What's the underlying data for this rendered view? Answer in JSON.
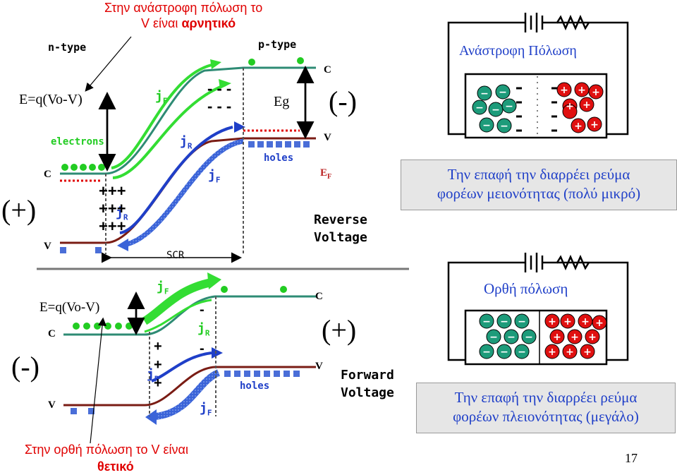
{
  "top_note": {
    "line1": "Στην ανάστροφη πόλωση το",
    "line2_prefix": "V είναι ",
    "line2_bold": "αρνητικό"
  },
  "bottom_note": {
    "line1": "Στην ορθή πόλωση το V είναι",
    "line2": "θετικό"
  },
  "reverse": {
    "n_type": "n-type",
    "p_type": "p-type",
    "eq": "E=q(Vo-V)",
    "eg": "Eg",
    "minus_sign": "(-)",
    "plus_sign": "(+)",
    "electrons": "electrons",
    "holes": "holes",
    "c": "C",
    "v": "V",
    "ef": "E",
    "ef_sub": "F",
    "scr": "SCR",
    "voltage1": "Reverse",
    "voltage2": "Voltage",
    "jf": "j",
    "jf_sub": "F",
    "jr": "j",
    "jr_sub": "R",
    "dashes_top": "- - -"
  },
  "forward": {
    "eq": "E=q(Vo-V)",
    "minus_sign": "(-)",
    "plus_sign": "(+)",
    "holes": "holes",
    "c": "C",
    "v": "V",
    "voltage1": "Forward",
    "voltage2": "Voltage",
    "jf": "j",
    "jf_sub": "F",
    "jr": "j",
    "jr_sub": "R"
  },
  "right_top": {
    "title": "Ανάστροφη Πόλωση",
    "caption1": "Την επαφή την διαρρέει ρεύμα",
    "caption2": "φορέων μειονότητας (πολύ μικρό)"
  },
  "right_bottom": {
    "title": "Ορθή πόλωση",
    "caption1": "Την επαφή την διαρρέει ρεύμα",
    "caption2": "φορέων πλειονότητας (μεγάλο)"
  },
  "page_number": "17",
  "colors": {
    "green": "#22cc22",
    "blue": "#1f3fc8",
    "teal": "#2e8b74",
    "maroon": "#7a1c14",
    "red": "#e00000",
    "hole_blue": "#2f6bd6"
  }
}
